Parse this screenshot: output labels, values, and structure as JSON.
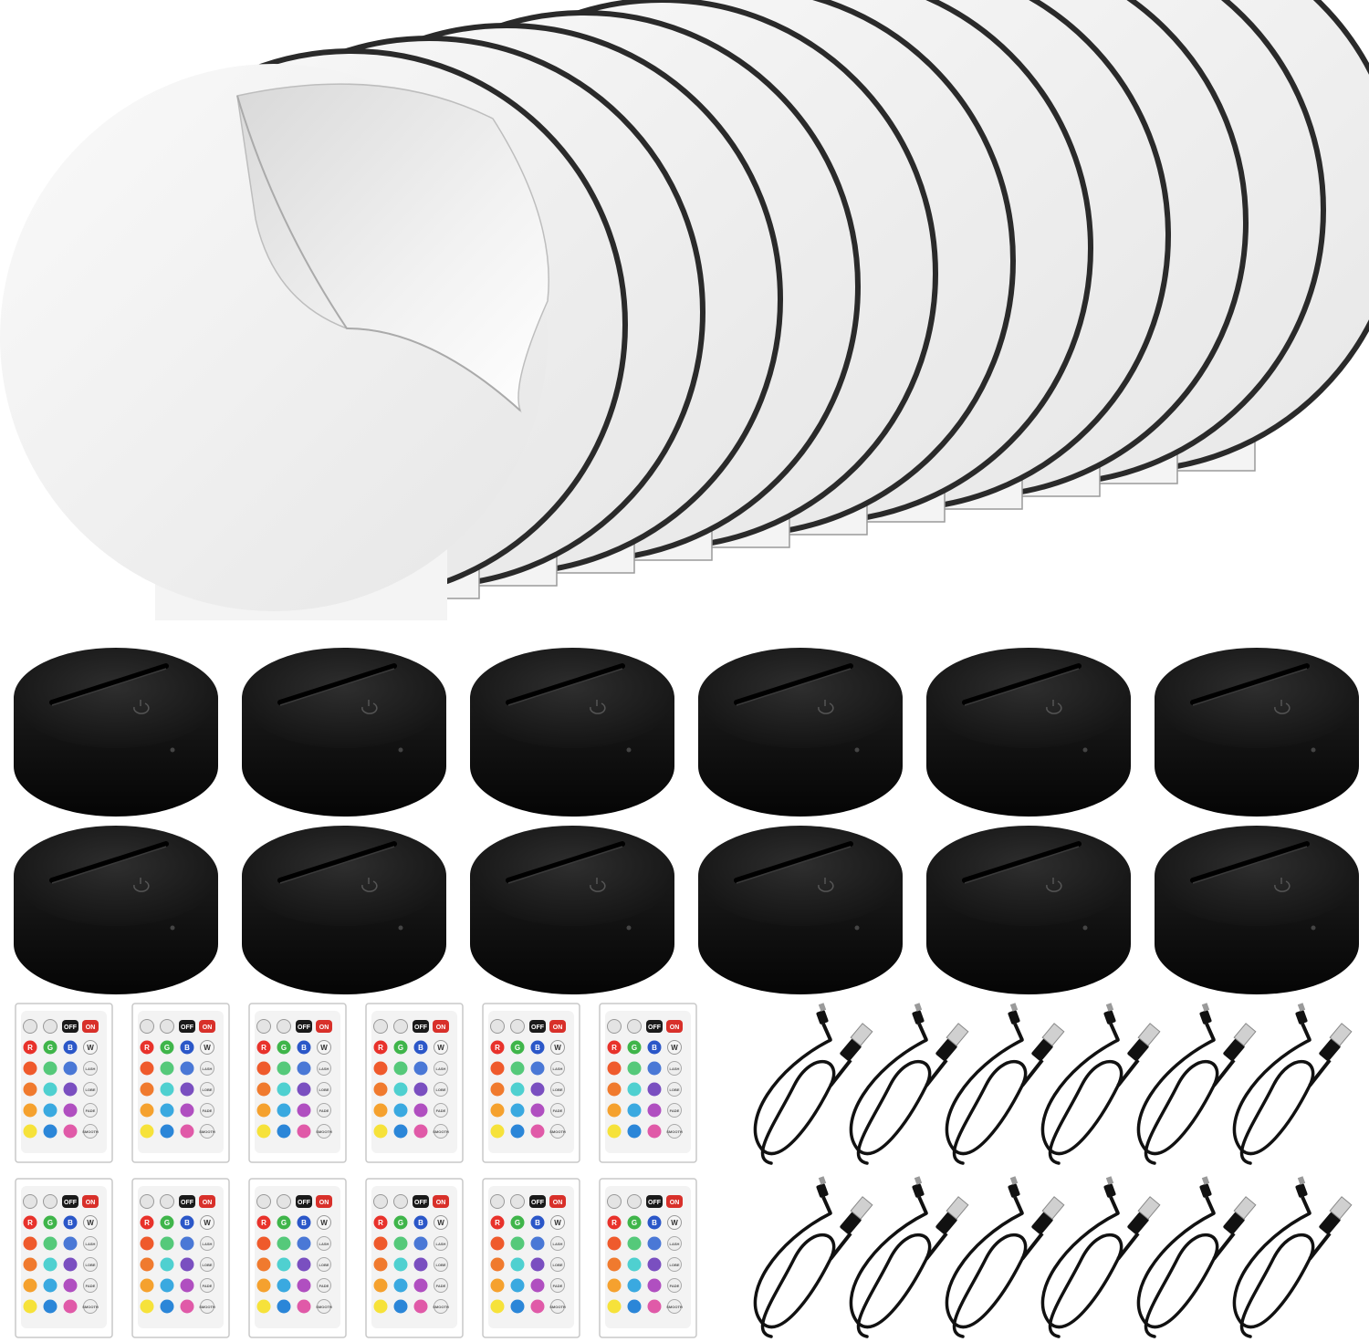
{
  "scene": {
    "acrylic_disc_count": 12,
    "led_base_count": 12,
    "remote_count": 12,
    "usb_cable_count": 12
  },
  "remote": {
    "label_off": "OFF",
    "label_on": "ON",
    "label_r": "R",
    "label_g": "G",
    "label_b": "B",
    "label_w": "W",
    "side_labels": [
      "LASH",
      "LOBE",
      "FADE",
      "SMOOTH"
    ],
    "colors": {
      "row1": [
        "#e8322b",
        "#3fb54a",
        "#2b57c8"
      ],
      "row2": [
        "#ef5a2c",
        "#55c97a",
        "#4a78d6"
      ],
      "row3": [
        "#f07a2e",
        "#4fd0d0",
        "#7a4fc0"
      ],
      "row4": [
        "#f5a12e",
        "#3aa9e0",
        "#b04fc0"
      ],
      "row5": [
        "#f6e23a",
        "#2b86d8",
        "#e05aa8"
      ]
    }
  },
  "colors": {
    "disc_edge": "#2a2a2a",
    "disc_fill": "#f4f4f4",
    "base": "#0d0d0d",
    "base_top": "#1c1c1c",
    "cable": "#111111",
    "remote_bg": "#f3f3f3",
    "remote_border": "#c8c8c8"
  }
}
